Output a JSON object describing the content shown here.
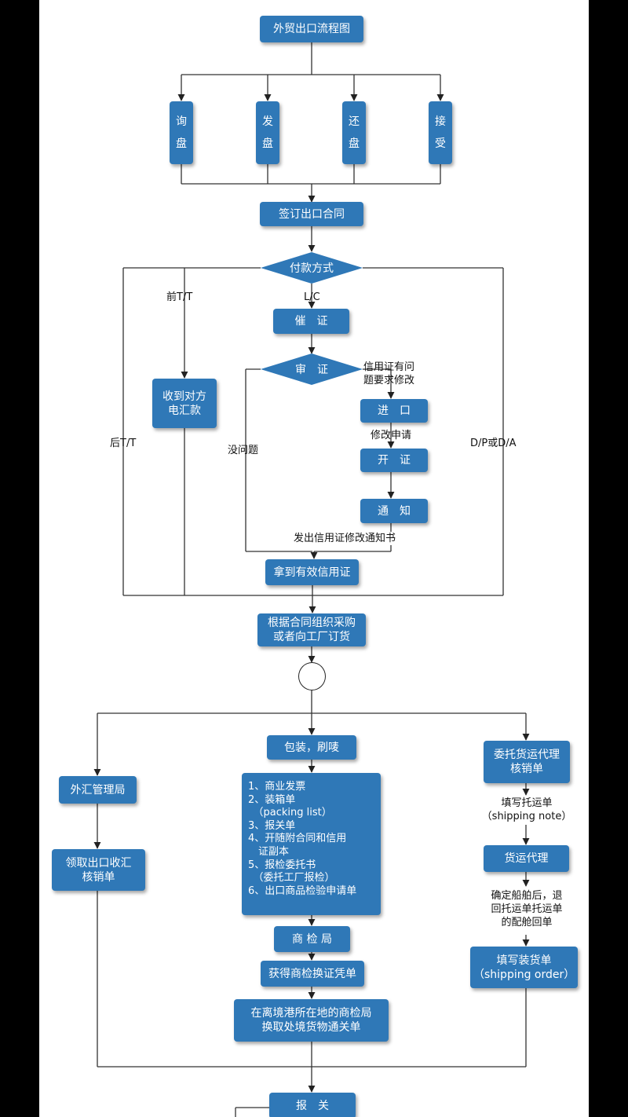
{
  "title": "外贸出口流程图",
  "channels": {
    "inquiry": "询盘",
    "offer": "发盘",
    "counter_offer": "还盘",
    "acceptance": "接受"
  },
  "sign_contract": "签订出口合同",
  "payment_method": "付款方式",
  "branches": {
    "pre_tt": "前T/T",
    "post_tt": "后T/T",
    "lc": "L/C",
    "dp_da": "D/P或D/A"
  },
  "receive_remittance": "收到对方\n电汇款",
  "urge_lc": "催　证",
  "review_lc": "审　证",
  "lc_problem": "信用证有问\n题要求修改",
  "no_problem": "没问题",
  "importer": "进　口",
  "amend_request": "修改申请",
  "issue_lc": "开　证",
  "notify": "通　知",
  "issue_amend_notice": "发出信用证修改通知书",
  "get_valid_lc": "拿到有效信用证",
  "purchase": "根据合同组织采购\n或者向工厂订货",
  "packing": "包装，刷唛",
  "documents": [
    "1、商业发票",
    "2、装箱单",
    "　（packing list）",
    "3、报关单",
    "4、开随附合同和信用",
    "　证副本",
    "5、报检委托书",
    "　（委托工厂报检）",
    "6、出口商品检验申请单"
  ],
  "inspection_bureau": "商 检 局",
  "get_certificate": "获得商检换证凭单",
  "clearance_slip": "在离境港所在地的商检局\n换取处境货物通关单",
  "forex_bureau": "外汇管理局",
  "get_verification": "领取出口收汇\n核销单",
  "entrust_agent": "委托货运代理\n核销单",
  "fill_shipping_note": "填写托运单\n（shipping note）",
  "freight_agent": "货运代理",
  "confirm_vessel": "确定船舶后，退\n回托运单托运单\n的配舱回单",
  "fill_shipping_order": "填写装货单\n（shipping order）",
  "customs_declaration": "报　关"
}
